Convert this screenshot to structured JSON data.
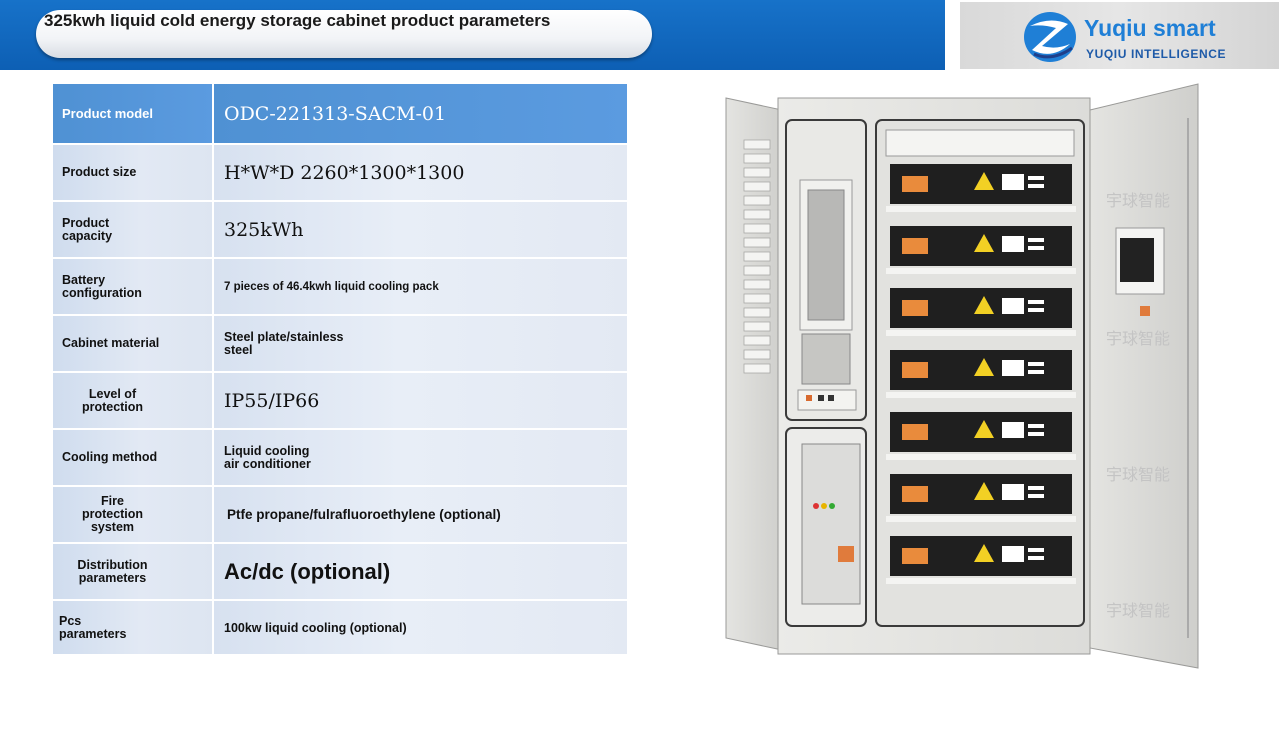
{
  "header": {
    "title": "325kwh liquid cold energy storage cabinet product parameters"
  },
  "logo": {
    "name": "Yuqiu smart",
    "subtitle": "YUQIU INTELLIGENCE"
  },
  "colors": {
    "header_blue": "#1772c9",
    "table_head_blue": "#5b9be0",
    "logo_blue": "#1f7fd6"
  },
  "specs": [
    {
      "label": "Product model",
      "value": "ODC-221313-SACM-01"
    },
    {
      "label": "Product size",
      "value": "H*W*D 2260*1300*1300"
    },
    {
      "label": "Product capacity",
      "value": "325kWh"
    },
    {
      "label": "Battery configuration",
      "value": "7 pieces of 46.4kwh liquid cooling pack"
    },
    {
      "label": "Cabinet material",
      "value": "Steel plate/stainless steel"
    },
    {
      "label": "Level of protection",
      "value": "IP55/IP66"
    },
    {
      "label": "Cooling method",
      "value": "Liquid cooling air conditioner"
    },
    {
      "label": "Fire protection system",
      "value": "Ptfe propane/fulrafluoroethylene (optional)"
    },
    {
      "label": "Distribution parameters",
      "value": "Ac/dc (optional)"
    },
    {
      "label": "Pcs parameters",
      "value": "100kw liquid cooling (optional)"
    }
  ],
  "watermark": "宇球智能"
}
